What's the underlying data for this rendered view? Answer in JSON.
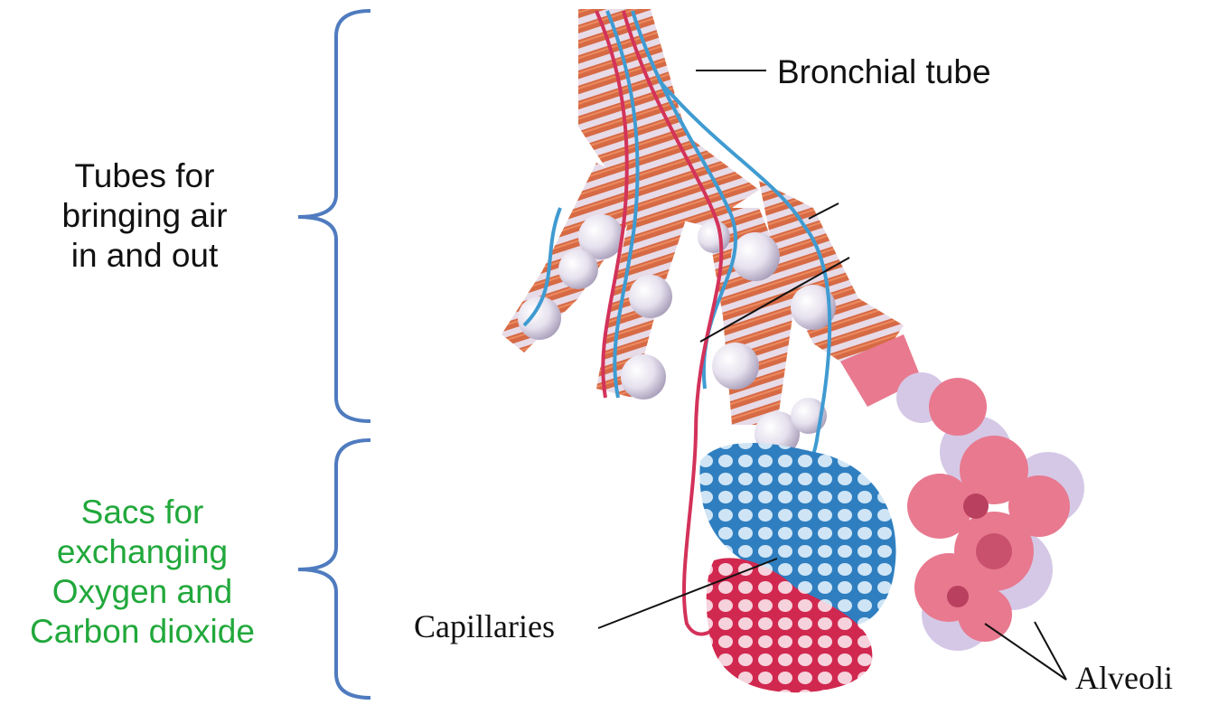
{
  "labels": {
    "tubes_group": [
      "Tubes for",
      "bringing air",
      "in and out"
    ],
    "sacs_group": [
      "Sacs for",
      "exchanging",
      "Oxygen and",
      "Carbon dioxide"
    ],
    "bronchial_tube": "Bronchial tube",
    "capillaries": "Capillaries",
    "alveoli": "Alveoli"
  },
  "colors": {
    "bracket": "#4f7bbf",
    "sacs_text": "#21a83b",
    "muscle": "#d9683f",
    "tube": "#d7c3da",
    "artery": "#d3325a",
    "vein": "#3f9bd1",
    "alveolus": "#e8798f",
    "bulb": "#eeeaf4"
  }
}
